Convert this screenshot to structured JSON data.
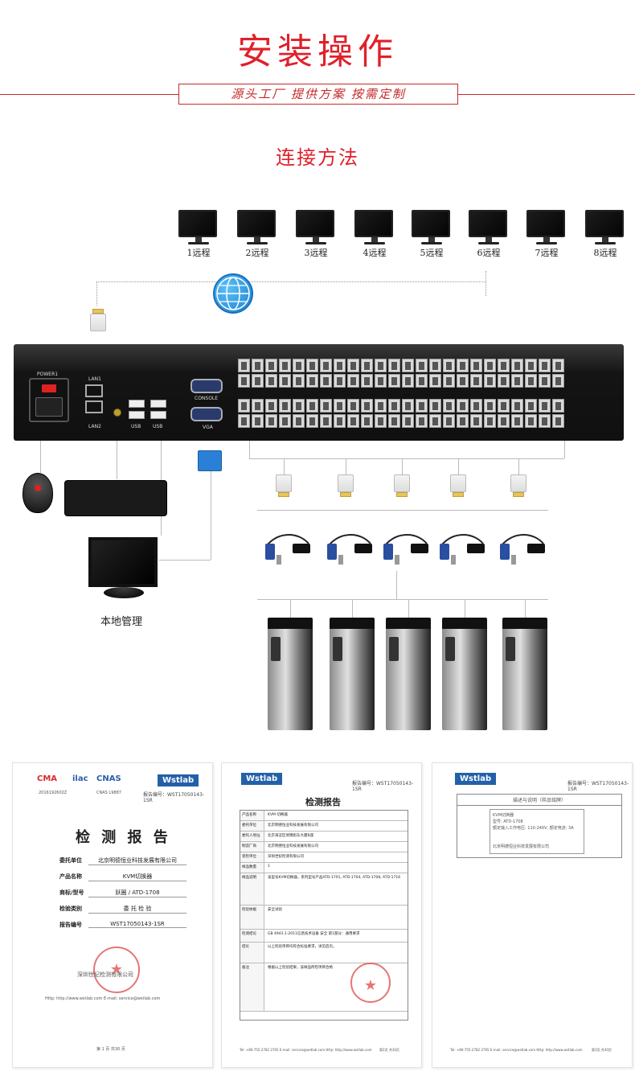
{
  "header": {
    "title": "安装操作",
    "slogan": "源头工厂  提供方案  按需定制",
    "subtitle": "连接方法"
  },
  "remotes": [
    "1远程",
    "2远程",
    "3远程",
    "4远程",
    "5远程",
    "6远程",
    "7远程",
    "8远程"
  ],
  "device": {
    "power_label": "POWER1",
    "lan1_label": "LAN1",
    "lan2_label": "LAN2",
    "usb_label": "USB",
    "console_label": "CONSOLE",
    "vga_label": "VGA"
  },
  "local_label": "本地管理",
  "colors": {
    "accent": "#e0202a",
    "brand_blue": "#2360a8"
  },
  "reports": {
    "r1": {
      "brand": "Wstlab",
      "report_no": "报告编号：WST17050143-1SR",
      "cma_sub": "2016192602Z",
      "cnas_sub": "CNAS L9887",
      "title": "检 测 报 告",
      "fields": [
        {
          "k": "委托单位",
          "v": "北京明德恒业科技发展有限公司"
        },
        {
          "k": "产品名称",
          "v": "KVM切换器"
        },
        {
          "k": "商标/型号",
          "v": "跃圈 / ATD-1708"
        },
        {
          "k": "检验类别",
          "v": "委 托 检 验"
        },
        {
          "k": "报告编号",
          "v": "WST17050143-1SR"
        }
      ],
      "org": "深圳世纪检测有限公司",
      "contact": "Http: http://www.wstlab.com  E-mail: service@wstlab.com",
      "page": "第 1 页  共30 页"
    },
    "r2": {
      "brand": "Wstlab",
      "report_no": "报告编号：WST17050143-1SR",
      "title": "检测报告",
      "rows": [
        {
          "k": "产品名称",
          "v": "KVM 切换器"
        },
        {
          "k": "委托单位",
          "v": "北京明德恒业科技发展有限公司"
        },
        {
          "k": "委托人地址",
          "v": "北京海淀区地锦街东大厦B座"
        },
        {
          "k": "制造厂商",
          "v": "北京明德恒业科技发展有限公司"
        },
        {
          "k": "受检单位",
          "v": "深圳世纪检测有限公司"
        },
        {
          "k": "样品数量",
          "v": "1"
        },
        {
          "k": "样品说明",
          "v": "该型号KVM切换器，系列型号产品ATD-1701, ATD-1704, ATD-1708, ATD-1716"
        },
        {
          "k": "检验依据",
          "v": "安全试验"
        },
        {
          "k": "检测结论",
          "v": "GB 4943.1-2011信息技术设备 安全 第1部分：通用要求"
        },
        {
          "k": "结论",
          "v": "以上检验项目均符合标准要求，详见后页。"
        },
        {
          "k": "备注",
          "v": "根据以上检验结果，该样品所检项目合格"
        }
      ],
      "contact": "Tel: +86-755-2782 2765  E-mail: service@wstlab.com  Http: http://www.wstlab.com",
      "page": "第2页 共30页"
    },
    "r3": {
      "brand": "Wstlab",
      "report_no": "报告编号：WST17050143-1SR",
      "box_title": "描述与说明（样品铭牌）",
      "lines": [
        "KVM切换器",
        "型号: ATD-1708",
        "额定输入工作电压: 110-240V, 额定电流: 3A",
        "北京明德恒业科技发展有限公司"
      ],
      "contact": "Tel: +86-755-2782 2765  E-mail: service@wstlab.com  Http: http://www.wstlab.com",
      "page": "第3页 共30页"
    }
  }
}
